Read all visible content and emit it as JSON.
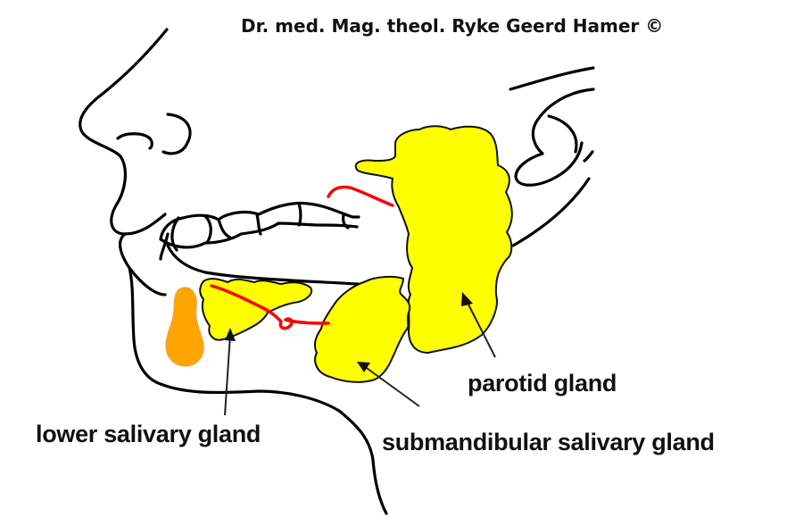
{
  "credit": "Dr. med. Mag. theol. Ryke Geerd Hamer ©",
  "labels": {
    "parotid": "parotid gland",
    "lower": "lower salivary gland",
    "submandibular": "submandibular salivary gland"
  },
  "colors": {
    "gland": "#ffff00",
    "lymph": "#ffa500",
    "duct": "#ff0000",
    "outline": "#000000"
  }
}
